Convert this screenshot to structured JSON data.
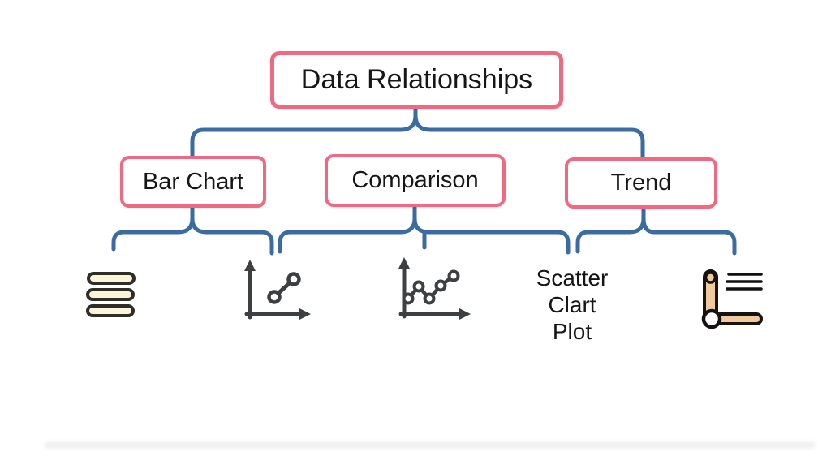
{
  "diagram": {
    "root": {
      "label": "Data Relationships"
    },
    "level2": [
      {
        "label": "Bar Chart"
      },
      {
        "label": "Comparison"
      },
      {
        "label": "Trend"
      }
    ],
    "level3": {
      "items": [
        {
          "type": "icon",
          "name": "stacked-bars-icon"
        },
        {
          "type": "icon",
          "name": "two-point-line-chart-icon"
        },
        {
          "type": "icon",
          "name": "multi-point-line-chart-icon"
        },
        {
          "type": "text",
          "lines": [
            "Scatter",
            "Clart",
            "Plot"
          ]
        },
        {
          "type": "icon",
          "name": "axis-matchstick-icon"
        }
      ]
    },
    "colors": {
      "box_border": "#ee6a82",
      "connector_blue": "#3a6ca3",
      "icon_dark": "#3d4043",
      "pill_fill": "#fbf6d9",
      "pill_outline": "#2f2d28",
      "tan_fill": "#f2c99c",
      "text_black": "#161616"
    }
  }
}
